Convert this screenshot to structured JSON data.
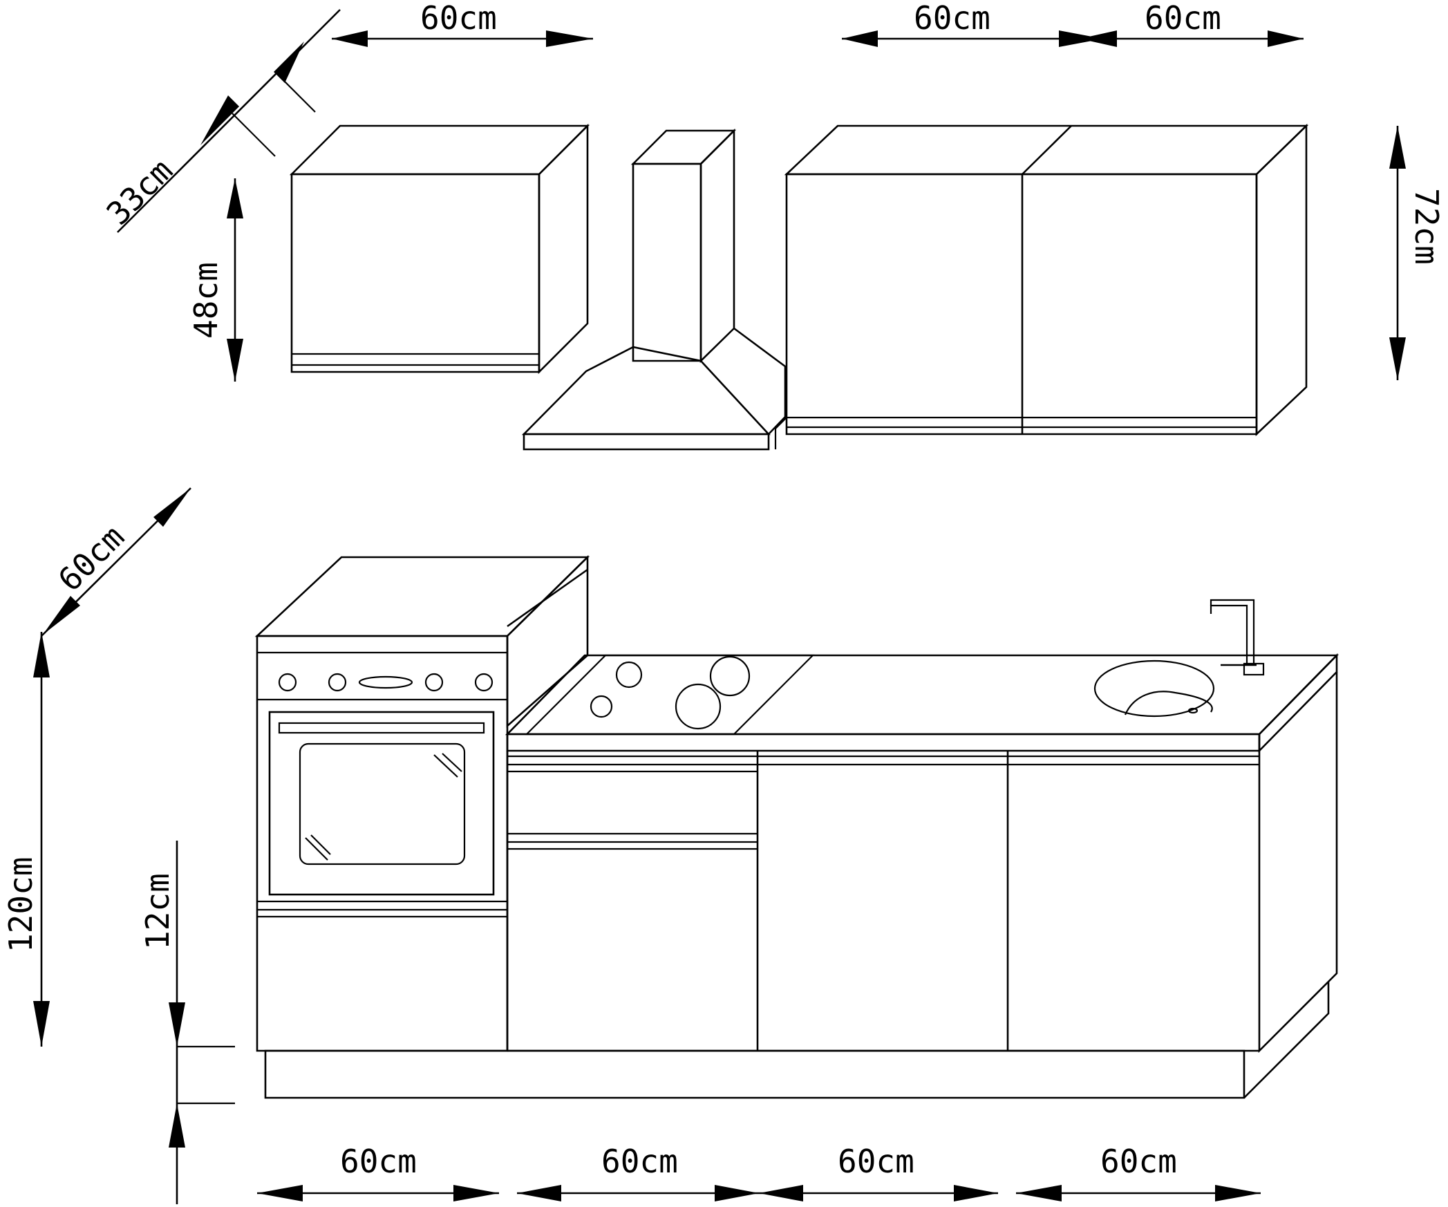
{
  "dimensions": {
    "wall_single_width": "60cm",
    "wall_single_depth": "33cm",
    "wall_single_height": "48cm",
    "wall_double_width_left": "60cm",
    "wall_double_width_right": "60cm",
    "wall_double_height": "72cm",
    "base_depth": "60cm",
    "tall_unit_height": "120cm",
    "plinth_height": "12cm",
    "base_width_1": "60cm",
    "base_width_2": "60cm",
    "base_width_3": "60cm",
    "base_width_4": "60cm"
  },
  "colors": {
    "line": "#000000",
    "background": "#ffffff"
  }
}
